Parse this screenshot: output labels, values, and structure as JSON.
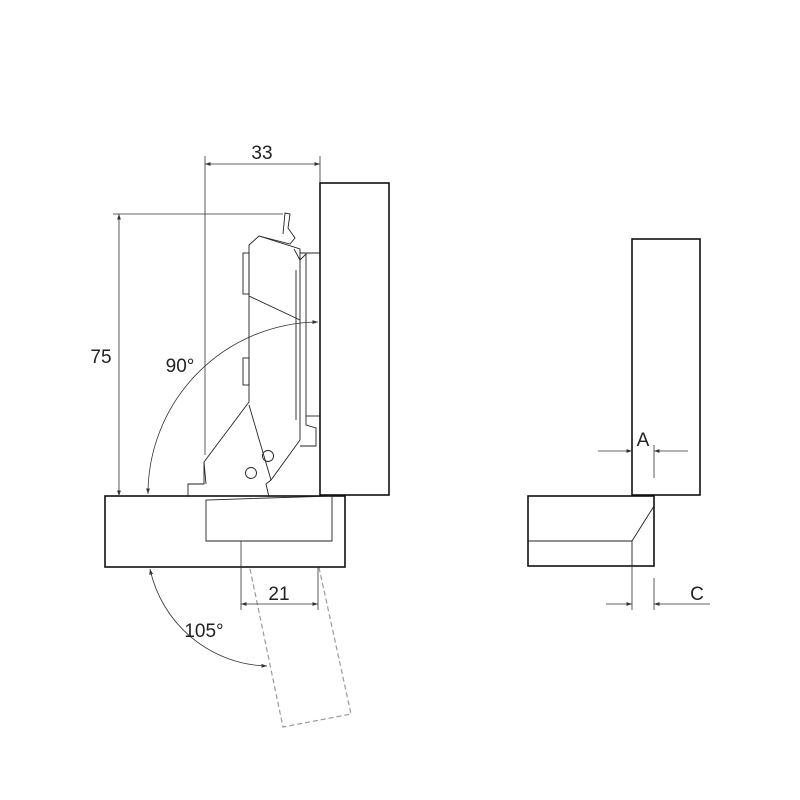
{
  "labels": {
    "width_33": "33",
    "height_75": "75",
    "angle_90": "90°",
    "width_21": "21",
    "angle_105": "105°",
    "dim_a": "A",
    "dim_c": "C"
  },
  "colors": {
    "outline": "#111111",
    "dimension": "#333333",
    "ghost": "#9a9a9a"
  }
}
